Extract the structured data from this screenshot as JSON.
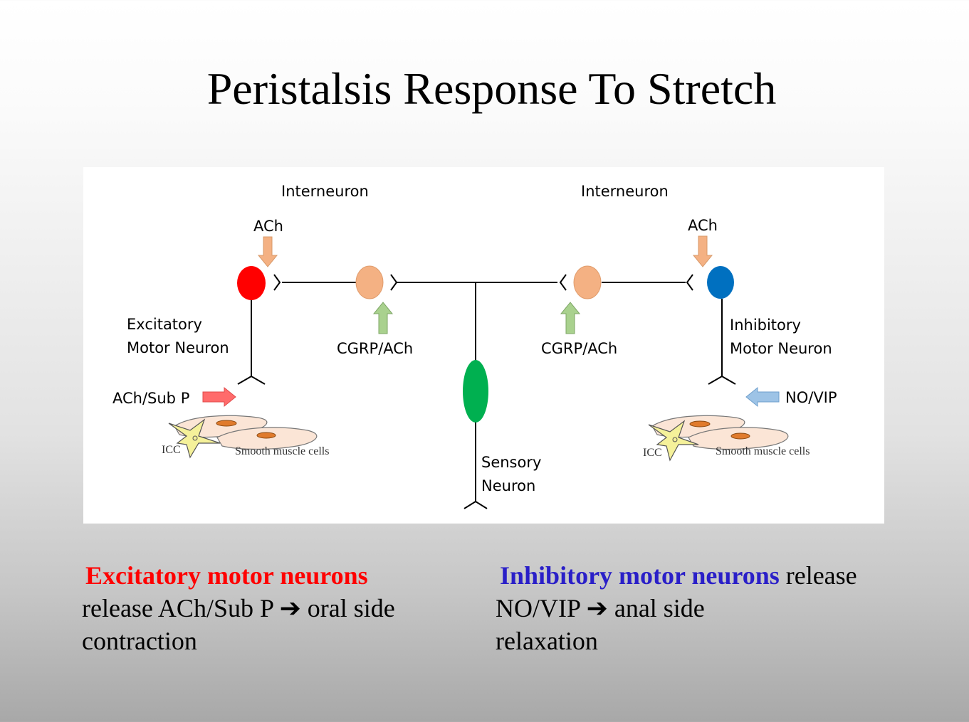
{
  "title": "Peristalsis Response To Stretch",
  "diagram": {
    "interneuron_left_label": "Interneuron",
    "interneuron_right_label": "Interneuron",
    "ach_left_label": "ACh",
    "ach_right_label": "ACh",
    "cgrp_left_label": "CGRP/ACh",
    "cgrp_right_label": "CGRP/ACh",
    "excitatory_label_line1": "Excitatory",
    "excitatory_label_line2": "Motor Neuron",
    "inhibitory_label_line1": "Inhibitory",
    "inhibitory_label_line2": "Motor Neuron",
    "sensory_label_line1": "Sensory",
    "sensory_label_line2": "Neuron",
    "ach_subp_label": "ACh/Sub P",
    "no_vip_label": "NO/VIP",
    "icc_left": "ICC",
    "icc_right": "ICC",
    "smooth_muscle_left": "Smooth muscle cells",
    "smooth_muscle_right": "Smooth muscle cells"
  },
  "caption_left": {
    "highlight": "Excitatory motor neurons",
    "line2": "release ACh/Sub P ➔ oral side",
    "line3": "contraction"
  },
  "caption_right": {
    "highlight": "Inhibitory motor neurons",
    "rest": " release",
    "line2": "NO/VIP ➔ anal side",
    "line3": "relaxation"
  },
  "colors": {
    "excitatory_neuron": "#ff0000",
    "inhibitory_neuron": "#0070c0",
    "interneuron": "#f4b183",
    "sensory_neuron": "#00b050",
    "ach_arrow": "#f4b183",
    "cgrp_arrow": "#a9d18e",
    "ach_subp_arrow": "#ff6b6b",
    "no_vip_arrow": "#9dc3e6",
    "excitatory_text": "#ff0000",
    "inhibitory_text": "#2a1fc8"
  }
}
